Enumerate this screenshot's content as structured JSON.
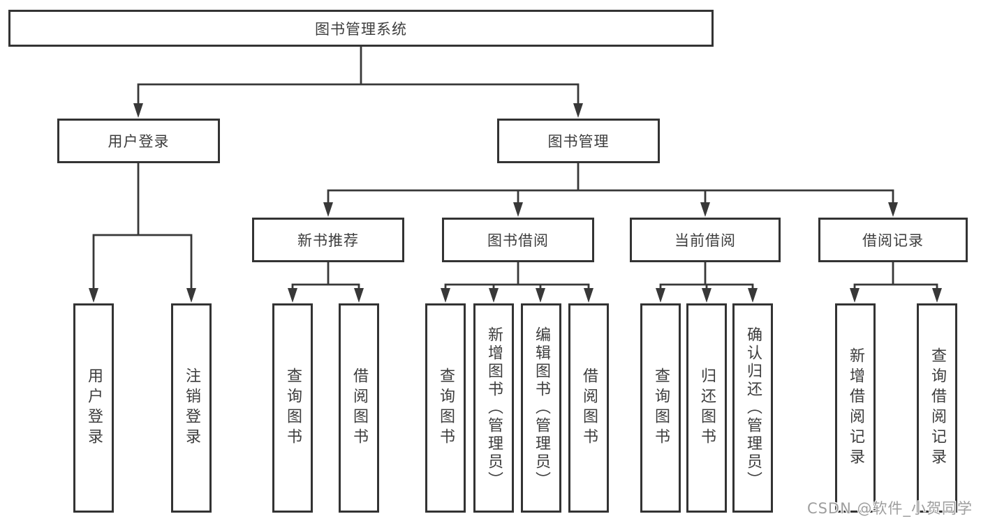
{
  "diagram": {
    "root": {
      "label": "图书管理系统"
    },
    "branches": [
      {
        "label": "用户登录",
        "children": [
          {
            "label": "用户登录"
          },
          {
            "label": "注销登录"
          }
        ]
      },
      {
        "label": "图书管理",
        "children": [
          {
            "label": "新书推荐",
            "children": [
              {
                "label": "查询图书"
              },
              {
                "label": "借阅图书"
              }
            ]
          },
          {
            "label": "图书借阅",
            "children": [
              {
                "label": "查询图书"
              },
              {
                "label": "新增图书（管理员）"
              },
              {
                "label": "编辑图书（管理员）"
              },
              {
                "label": "借阅图书"
              }
            ]
          },
          {
            "label": "当前借阅",
            "children": [
              {
                "label": "查询图书"
              },
              {
                "label": "归还图书"
              },
              {
                "label": "确认归还（管理员）"
              }
            ]
          },
          {
            "label": "借阅记录",
            "children": [
              {
                "label": "新增借阅记录"
              },
              {
                "label": "查询借阅记录"
              }
            ]
          }
        ]
      }
    ]
  },
  "watermark": {
    "text": "CSDN @软件_小贺同学"
  },
  "colors": {
    "line": "#383838",
    "box_border": "#333333",
    "text": "#3d3d3d",
    "watermark": "#9e9e9e",
    "background": "#ffffff"
  }
}
